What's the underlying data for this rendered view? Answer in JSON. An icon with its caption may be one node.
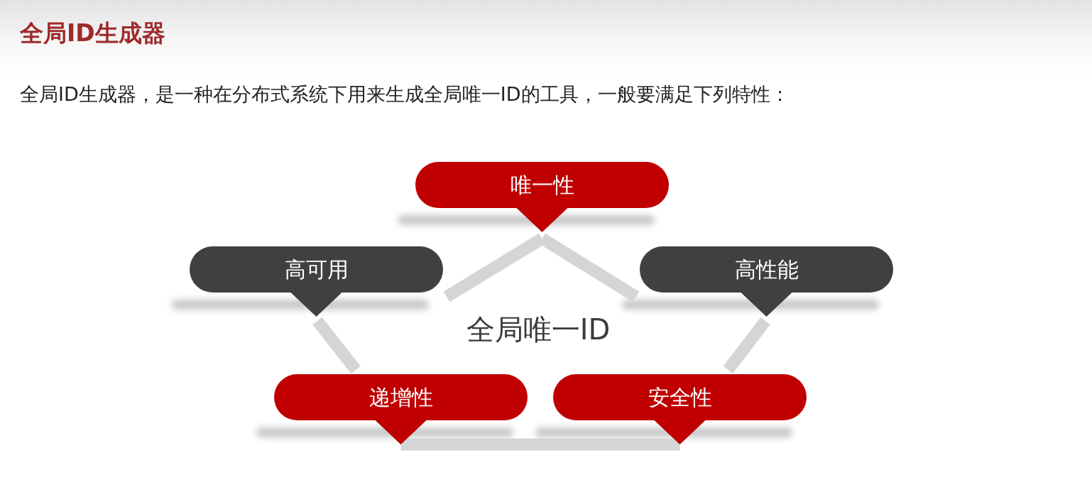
{
  "diagram": {
    "title": "全局ID生成器",
    "nodes": [
      {
        "text": [
          "唯一性"
        ]
      },
      {
        "text": [
          "高可用"
        ]
      },
      {
        "text": [
          "高性能"
        ]
      },
      {
        "text": [
          "递增性"
        ]
      },
      {
        "text": [
          "安全性"
        ]
      }
    ],
    "edges": [
      {
        "from": 0,
        "to": 1,
        "arrow": "none"
      },
      {
        "from": 0,
        "to": 2,
        "arrow": "none"
      },
      {
        "from": 1,
        "to": 3,
        "arrow": "none"
      },
      {
        "from": 2,
        "to": 4,
        "arrow": "none"
      },
      {
        "from": 3,
        "to": 4,
        "arrow": "none"
      }
    ],
    "labels": [
      "全局ID生成器，是一种在分布式系统下用来生成全局唯一ID的工具，一般要满足下列特性：",
      "全局唯一ID"
    ]
  }
}
